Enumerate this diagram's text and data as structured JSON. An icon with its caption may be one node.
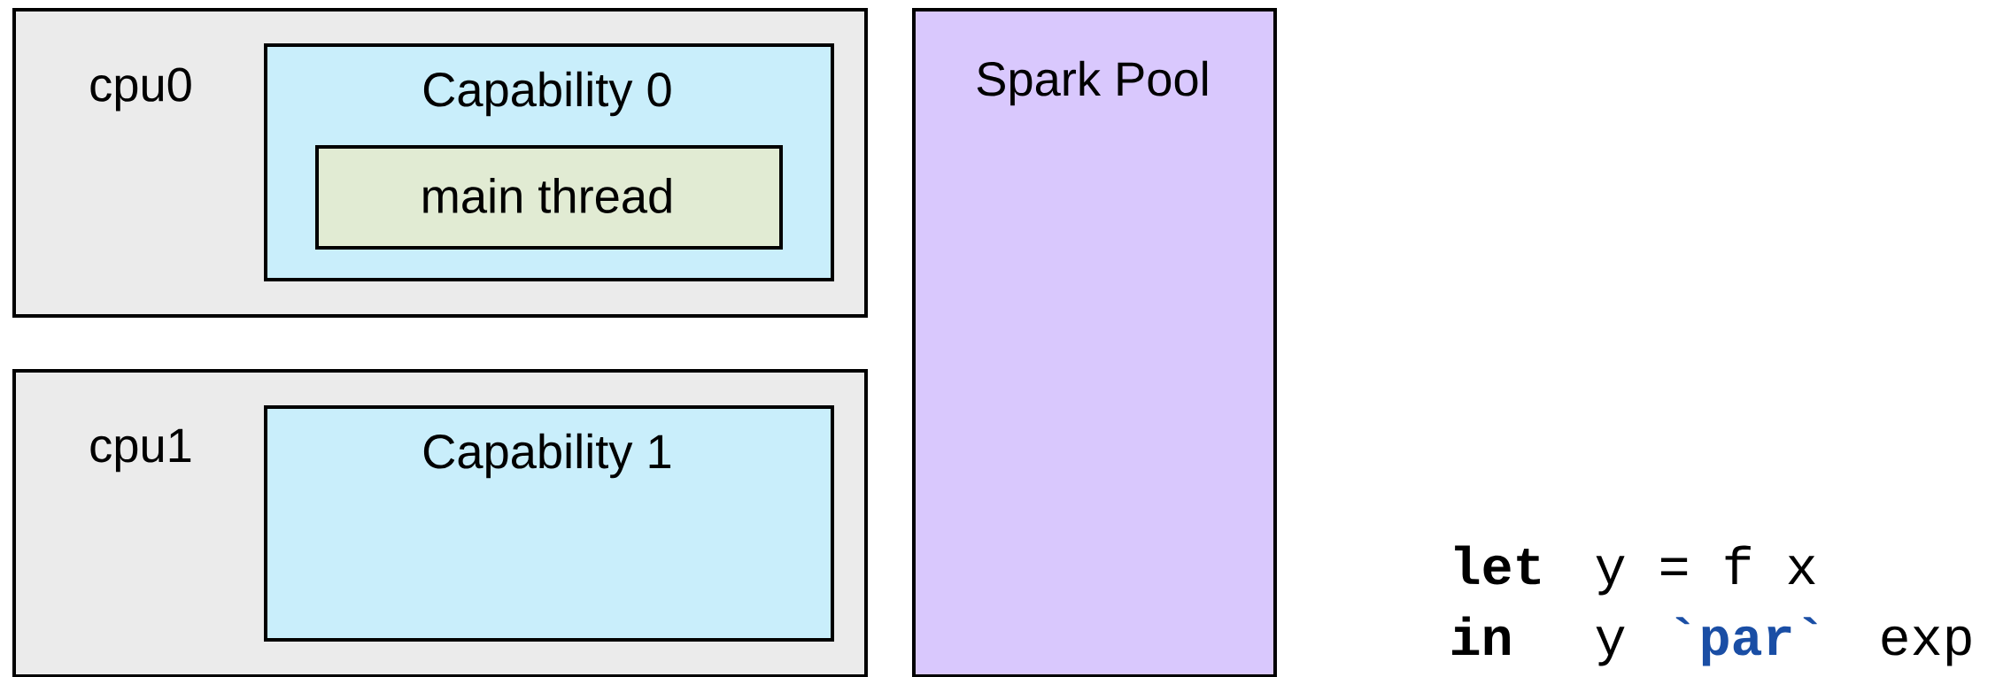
{
  "diagram": {
    "nodes": [
      {
        "text": [
          "cpu0"
        ]
      },
      {
        "text": [
          "Capability 0"
        ],
        "in": 0
      },
      {
        "text": [
          "main thread"
        ],
        "in": 1
      },
      {
        "text": [
          "cpu1"
        ]
      },
      {
        "text": [
          "Capability 1"
        ],
        "in": 3
      },
      {
        "text": [
          "Spark Pool"
        ]
      }
    ],
    "labels": [
      "let",
      "y = f x",
      "in",
      "y",
      "`par`",
      "exp"
    ]
  }
}
